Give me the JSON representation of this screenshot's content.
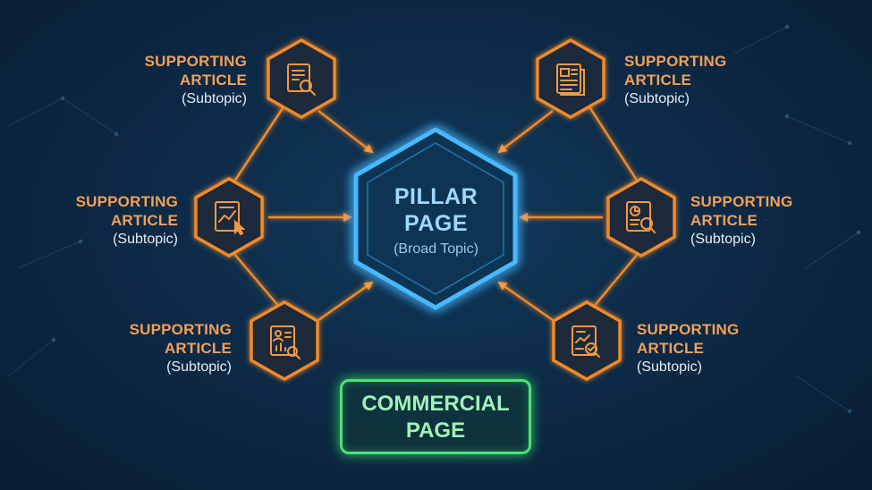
{
  "pillar": {
    "title_line1": "PILLAR",
    "title_line2": "PAGE",
    "subtitle": "(Broad Topic)"
  },
  "commercial": {
    "line1": "COMMERCIAL",
    "line2": "PAGE"
  },
  "supporting": [
    {
      "line1": "SUPPORTING",
      "line2": "ARTICLE",
      "sub": "(Subtopic)",
      "icon": "document-search-icon"
    },
    {
      "line1": "SUPPORTING",
      "line2": "ARTICLE",
      "sub": "(Subtopic)",
      "icon": "document-chart-cursor-icon"
    },
    {
      "line1": "SUPPORTING",
      "line2": "ARTICLE",
      "sub": "(Subtopic)",
      "icon": "profile-report-icon"
    },
    {
      "line1": "SUPPORTING",
      "line2": "ARTICLE",
      "sub": "(Subtopic)",
      "icon": "newspaper-icon"
    },
    {
      "line1": "SUPPORTING",
      "line2": "ARTICLE",
      "sub": "(Subtopic)",
      "icon": "report-magnifier-icon"
    },
    {
      "line1": "SUPPORTING",
      "line2": "ARTICLE",
      "sub": "(Subtopic)",
      "icon": "document-check-icon"
    }
  ],
  "colors": {
    "pillar": "#49b8ff",
    "supporting": "#f08a2c",
    "commercial": "#4ee07a",
    "background": "#0d2a47"
  }
}
